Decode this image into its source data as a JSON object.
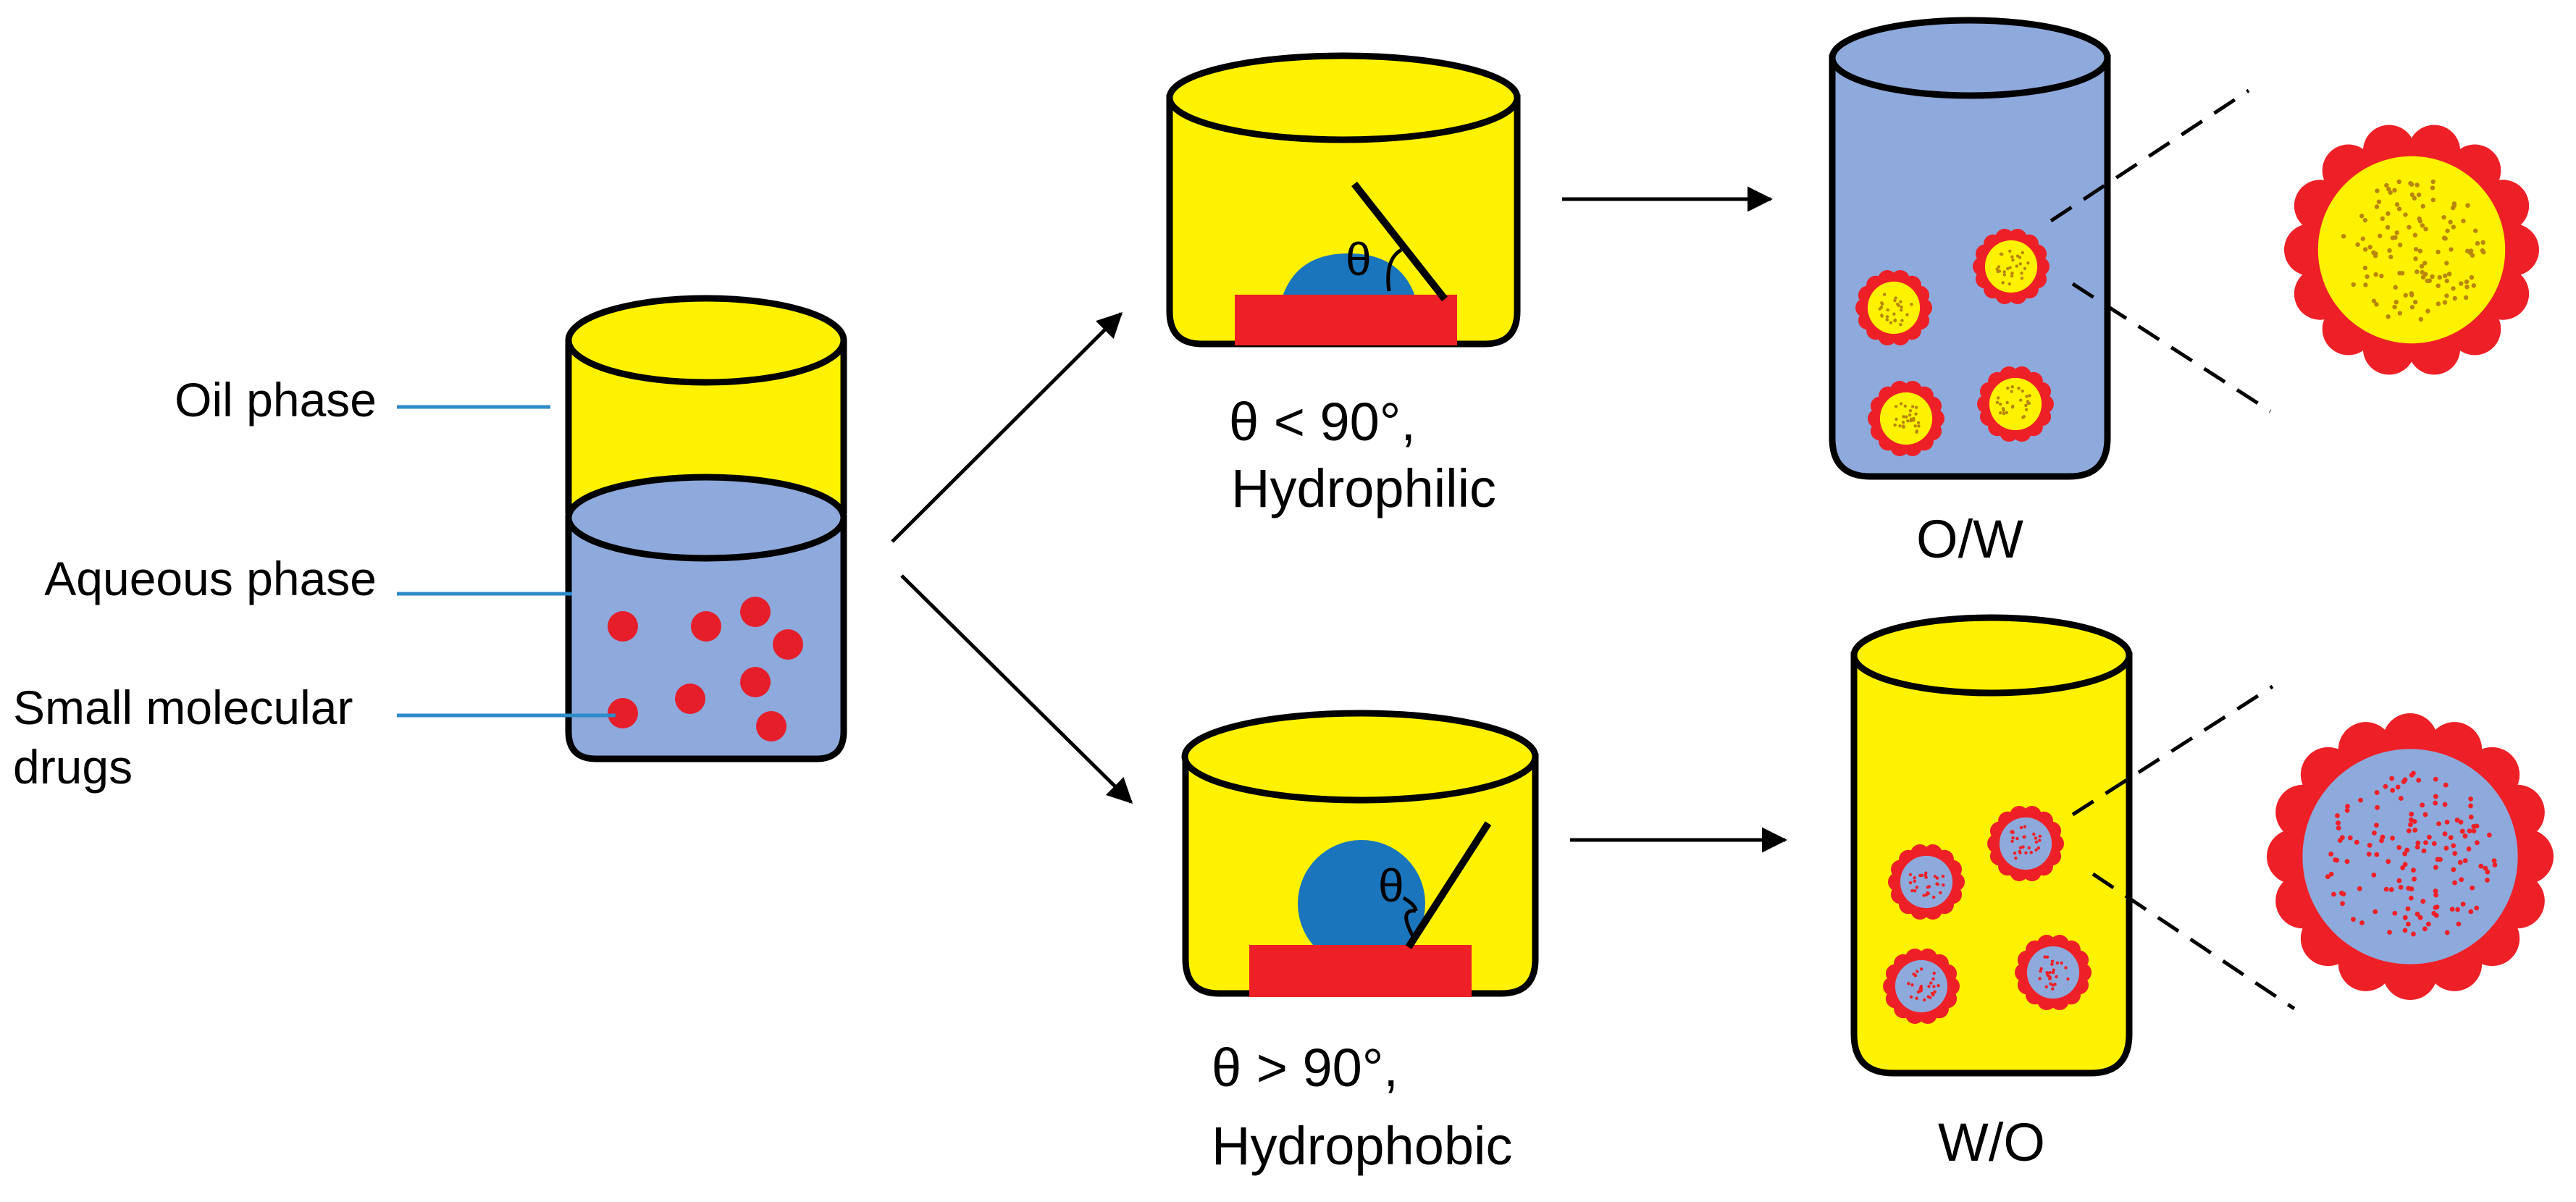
{
  "colors": {
    "oil": "#FFF200",
    "aqueous": "#8EA9DB",
    "drug": "#E61E2A",
    "particle": "#EE2027",
    "droplet": "#1B75BC",
    "leader": "#2E8BC9",
    "outline": "#000000"
  },
  "labels": {
    "oil_phase": "Oil phase",
    "aqueous_phase": "Aqueous phase",
    "small_molecular_line1": "Small molecular",
    "small_molecular_line2": "drugs"
  },
  "hydrophilic": {
    "angle": "θ < 90°,",
    "type": "Hydrophilic",
    "theta_symbol": "θ"
  },
  "hydrophobic": {
    "angle": "θ  > 90°,",
    "type": "Hydrophobic",
    "theta_symbol": "θ"
  },
  "emulsions": {
    "ow": "O/W",
    "wo": "W/O"
  }
}
